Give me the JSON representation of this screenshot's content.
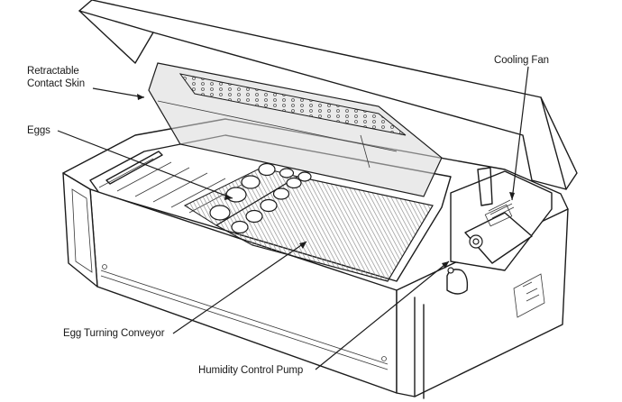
{
  "labels": {
    "contact_skin": [
      "Retractable",
      "Contact Skin"
    ],
    "eggs": "Eggs",
    "cooling_fan": "Cooling Fan",
    "conveyor": "Egg Turning Conveyor",
    "pump": "Humidity Control Pump"
  },
  "colors": {
    "line": "#1c1c1c",
    "skin_fill": "#d9d9d9",
    "floor_stripe": "#8a8a8a",
    "background": "#ffffff"
  }
}
